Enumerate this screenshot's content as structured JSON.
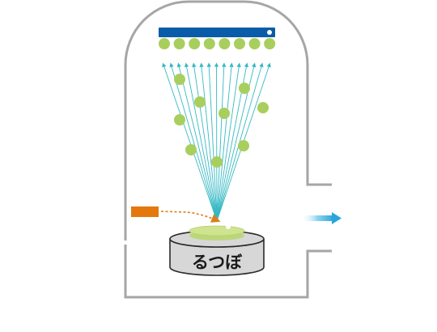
{
  "crucible": {
    "label": "るつぼ"
  },
  "colors": {
    "chamber_wall": "#a6a6a6",
    "substrate_holder": "#0a5ca8",
    "vapor_particle": "#a8cf5e",
    "vapor_stream": "#35b9c4",
    "heater_source": "#e4780c",
    "heater_beam": "#d9801c",
    "crucible_body": "#d7d7d7",
    "crucible_outline": "#2b2b2b",
    "melt_material": "#cfe48e",
    "exhaust_arrow": "#2aa6dc"
  },
  "icons": {
    "exhaust": "arrow-right-icon",
    "substrate": "substrate-holder",
    "heater": "electron-gun"
  }
}
